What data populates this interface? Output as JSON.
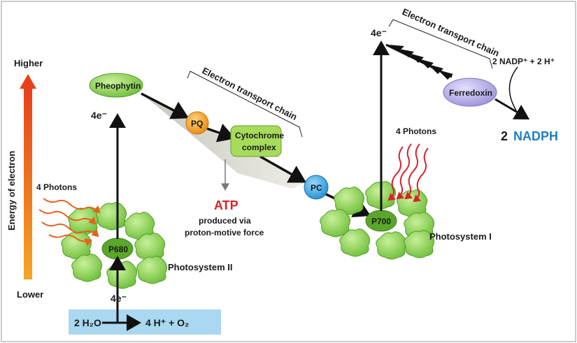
{
  "energy_axis": {
    "title": "Energy of electron",
    "high_label": "Higher",
    "low_label": "Lower"
  },
  "photosystem_ii": {
    "name": "Photosystem II",
    "reaction_center": "P680",
    "photons_label": "4 Photons",
    "electrons_in_label": "4e⁻",
    "electrons_up_label": "4e⁻",
    "pheophytin_label": "Pheophytin"
  },
  "chain_1": {
    "title": "Electron transport chain",
    "pq_label": "PQ",
    "cytochrome_line1": "Cytochrome",
    "cytochrome_line2": "complex",
    "pc_label": "PC"
  },
  "atp": {
    "label": "ATP",
    "caption_line1": "produced via",
    "caption_line2": "proton-motive force"
  },
  "photosystem_i": {
    "name": "Photosystem I",
    "reaction_center": "P700",
    "photons_label": "4 Photons",
    "electrons_up_label": "4e⁻"
  },
  "chain_2": {
    "title": "Electron transport chain",
    "ferredoxin_label": "Ferredoxin",
    "reactants_label": "2 NADP⁺  +  2 H⁺",
    "product_coef": "2",
    "product_name": "NADPH"
  },
  "water_split": {
    "reactant": "2 H₂O",
    "products": "4 H⁺  +  O₂"
  },
  "colors": {
    "energy_top": "#e8401a",
    "energy_bottom": "#f5a623",
    "pheophytin": "#8fd14f",
    "pq": "#f39c12",
    "cytochrome": "#a6dc5a",
    "pc": "#3aa6e0",
    "ferredoxin": "#b9b3e6",
    "atp": "#d8232a",
    "nadph": "#1f7fc1",
    "water_box": "#a9d8f0",
    "photosystem": "#8fd14f"
  }
}
